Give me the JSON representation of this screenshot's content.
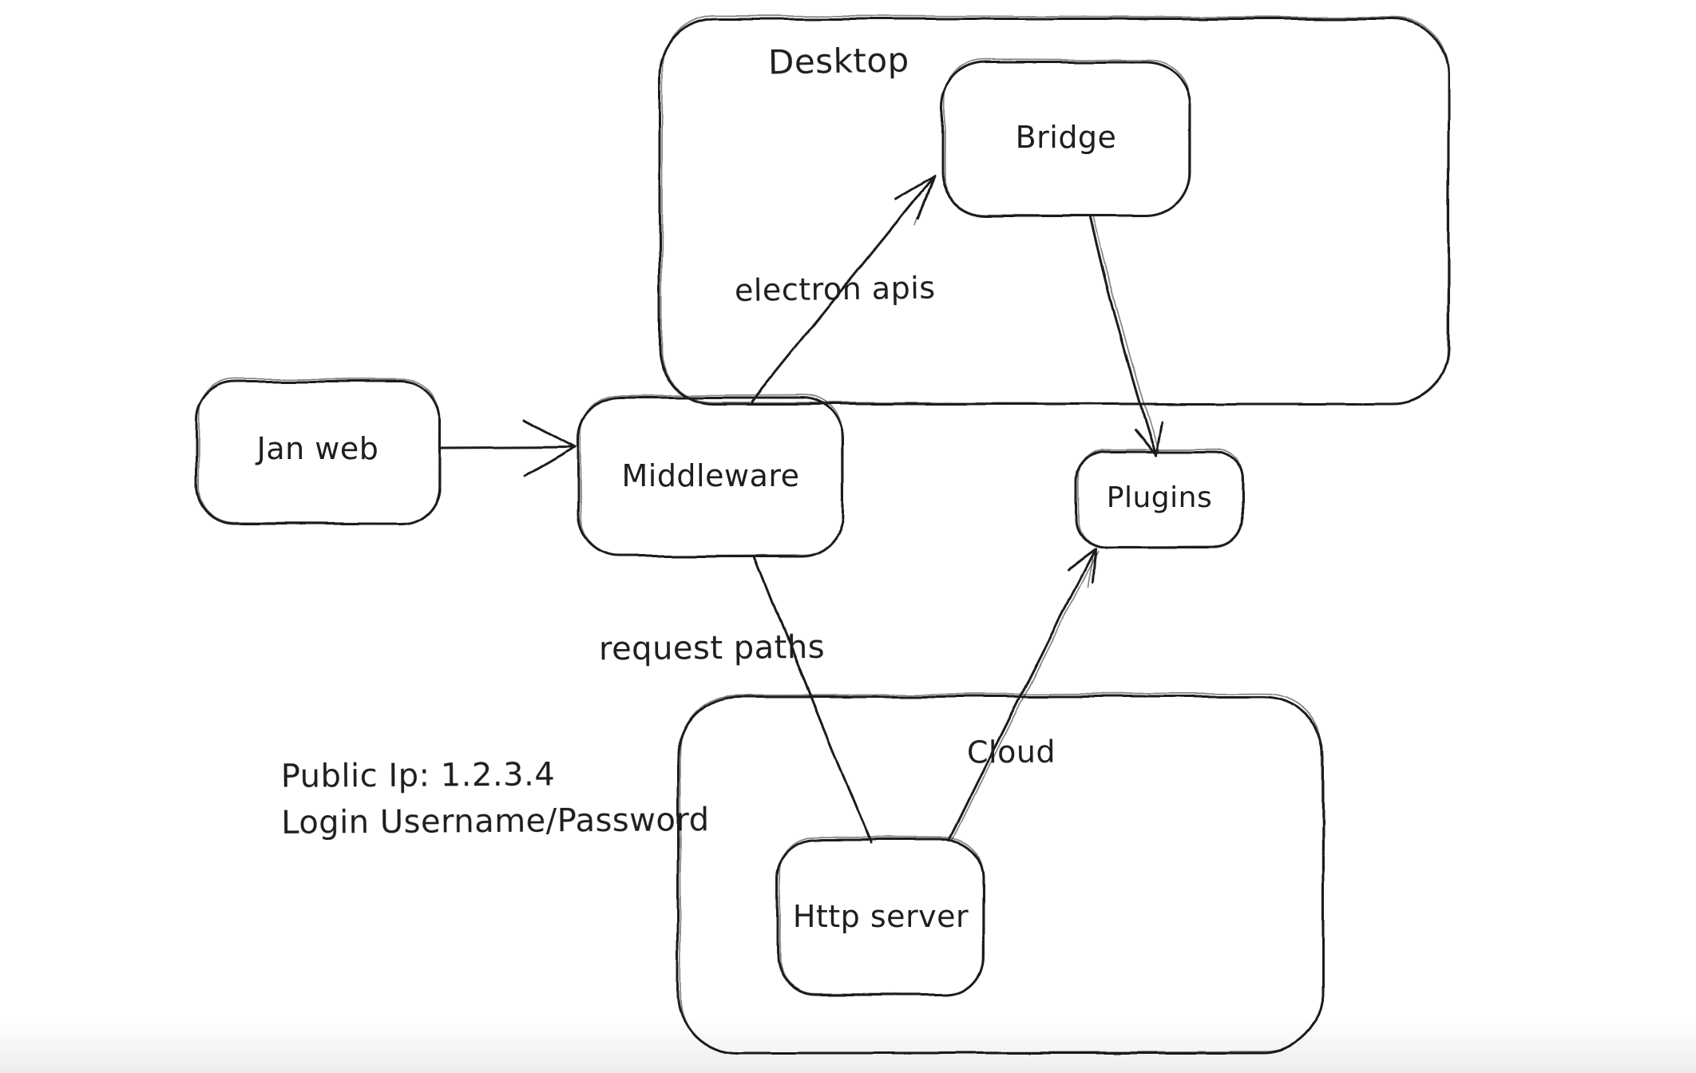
{
  "app": {
    "background_color": "#ffffff",
    "stroke_color": "#1e1e1e",
    "text_color": "#1e1e1e"
  },
  "diagram": {
    "containers": {
      "desktop": {
        "label": "Desktop"
      },
      "cloud": {
        "label": "Cloud"
      }
    },
    "nodes": {
      "jan_web": {
        "label": "Jan web"
      },
      "middleware": {
        "label": "Middleware"
      },
      "bridge": {
        "label": "Bridge"
      },
      "plugins": {
        "label": "Plugins"
      },
      "http_server": {
        "label": "Http server"
      }
    },
    "edge_labels": {
      "electron_apis": "electron apis",
      "request_paths": "request paths"
    },
    "edges": [
      {
        "from": "Jan web",
        "to": "Middleware",
        "label": ""
      },
      {
        "from": "Middleware",
        "to": "Bridge",
        "label": "electron apis"
      },
      {
        "from": "Bridge",
        "to": "Plugins",
        "label": ""
      },
      {
        "from": "Middleware",
        "to": "Http server",
        "label": "request paths"
      },
      {
        "from": "Http server",
        "to": "Plugins",
        "label": ""
      }
    ],
    "notes": {
      "line1": "Public Ip: 1.2.3.4",
      "line2": "Login Username/Password"
    }
  }
}
